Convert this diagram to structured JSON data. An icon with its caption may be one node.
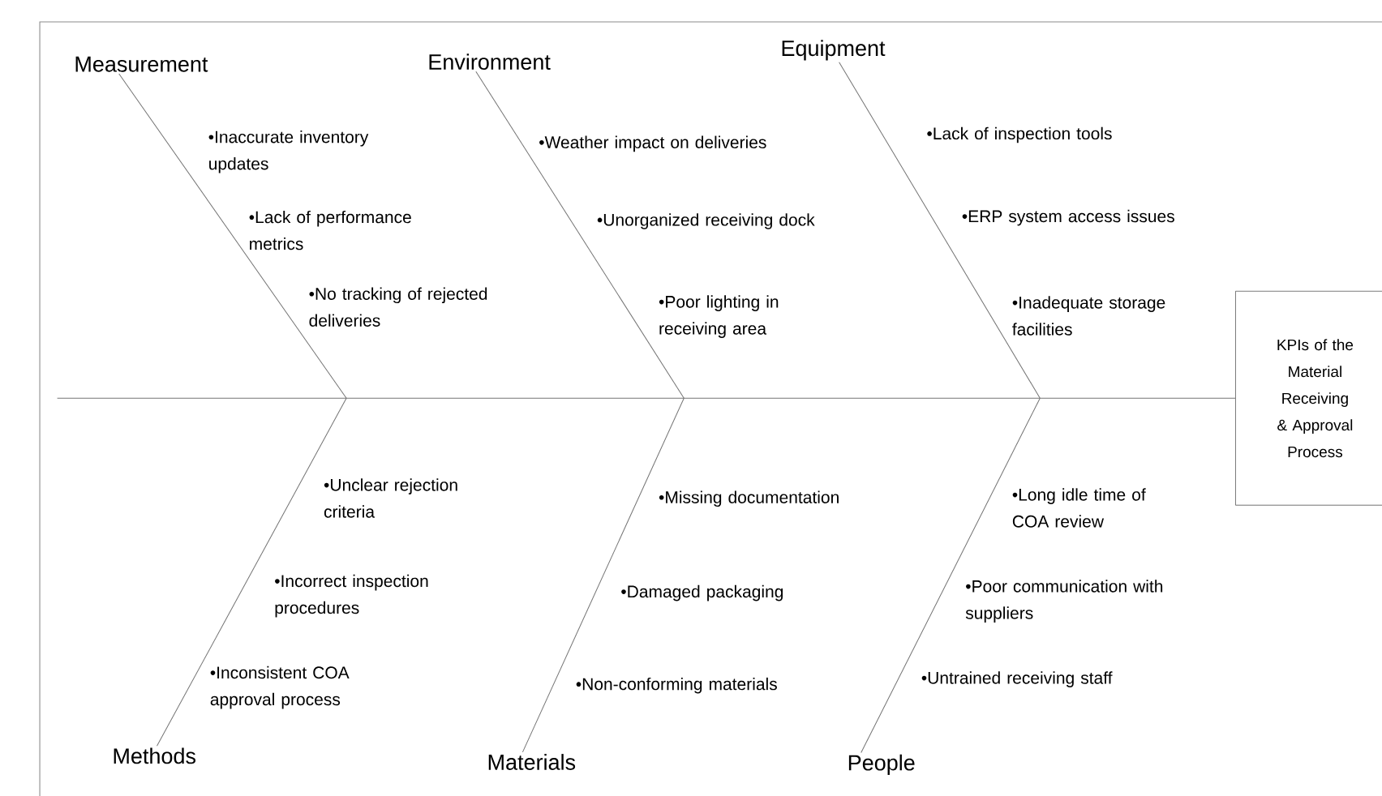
{
  "diagram": {
    "nodes": [
      {
        "text": [
          "Measurement"
        ]
      },
      {
        "text": [
          "Environment"
        ]
      },
      {
        "text": [
          "Equipment"
        ]
      },
      {
        "text": [
          "KPIs of the Material Receiving & Approval Process"
        ]
      },
      {
        "text": [
          "Methods"
        ]
      },
      {
        "text": [
          "Materials"
        ]
      },
      {
        "text": [
          "People"
        ]
      }
    ],
    "edges": [
      {
        "from": null,
        "to": 3,
        "arrow": "none"
      },
      {
        "from": 0,
        "to": null,
        "arrow": "none"
      },
      {
        "from": 1,
        "to": null,
        "arrow": "none"
      },
      {
        "from": 2,
        "to": null,
        "arrow": "none"
      },
      {
        "from": 4,
        "to": null,
        "arrow": "none"
      },
      {
        "from": 5,
        "to": null,
        "arrow": "none"
      },
      {
        "from": 6,
        "to": null,
        "arrow": "none"
      }
    ],
    "labels": [
      "•Inaccurate inventory updates",
      "•Weather impact on deliveries",
      "•Lack of inspection tools",
      "•Unorganized receiving dock",
      "•ERP system access issues",
      "•Lack of performance metrics",
      "•No tracking of rejected deliveries",
      "•Poor lighting in receiving area",
      "•Inadequate storage facilities",
      "•Unclear rejection criteria",
      "•Long idle time of COA review",
      "•Missing documentation",
      "•Incorrect inspection procedures",
      "•Poor communication with suppliers",
      "•Damaged packaging",
      "•Inconsistent COA approval process",
      "•Untrained receiving staff",
      "•Non-conforming materials"
    ]
  }
}
